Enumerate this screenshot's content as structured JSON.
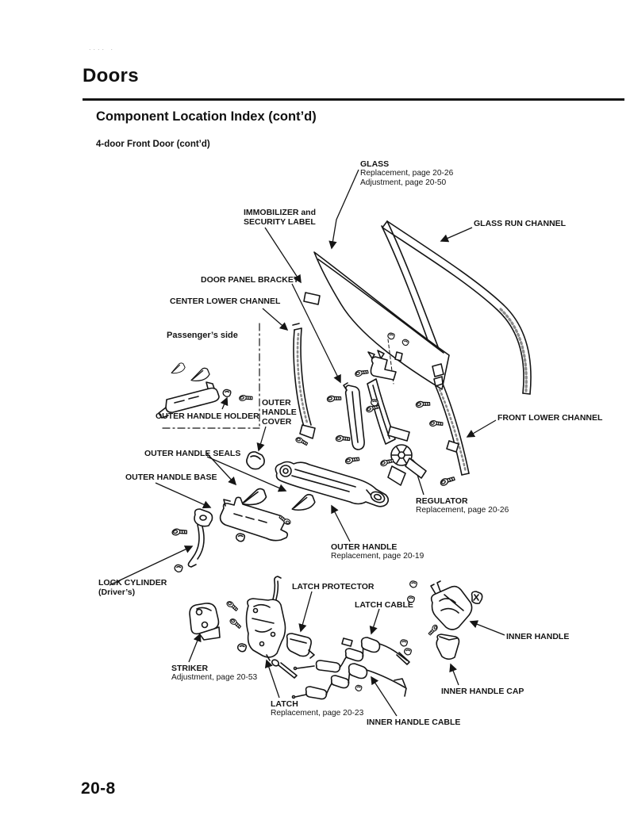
{
  "colors": {
    "ink": "#151515",
    "paper": "#ffffff"
  },
  "page": {
    "title": "Doors",
    "section_title": "Component Location Index (cont’d)",
    "subsection_title": "4-door Front Door (cont’d)",
    "page_number": "20-8"
  },
  "diagram_labels": {
    "glass": {
      "title": "GLASS",
      "line2": "Replacement, page 20-26",
      "line3": "Adjustment, page 20-50"
    },
    "glass_run_channel": {
      "title": "GLASS RUN CHANNEL"
    },
    "immobilizer_security_label": {
      "title": "IMMOBILIZER and",
      "line2": "SECURITY LABEL"
    },
    "door_panel_bracket": {
      "title": "DOOR PANEL BRACKET"
    },
    "center_lower_channel": {
      "title": "CENTER LOWER CHANNEL"
    },
    "passengers_side": {
      "title": "Passenger’s side"
    },
    "outer_handle_holder": {
      "title": "OUTER HANDLE HOLDER"
    },
    "outer_handle_cover": {
      "title": "OUTER",
      "line2": "HANDLE",
      "line3": "COVER"
    },
    "outer_handle_seals": {
      "title": "OUTER HANDLE SEALS"
    },
    "outer_handle_base": {
      "title": "OUTER HANDLE BASE"
    },
    "front_lower_channel": {
      "title": "FRONT LOWER CHANNEL"
    },
    "regulator": {
      "title": "REGULATOR",
      "line2": "Replacement, page 20-26"
    },
    "outer_handle": {
      "title": "OUTER HANDLE",
      "line2": "Replacement, page 20-19"
    },
    "lock_cylinder": {
      "title": "LOCK CYLINDER",
      "line2": "(Driver’s)"
    },
    "latch_protector": {
      "title": "LATCH PROTECTOR"
    },
    "latch_cable": {
      "title": "LATCH CABLE"
    },
    "inner_handle": {
      "title": "INNER HANDLE"
    },
    "inner_handle_cap": {
      "title": "INNER HANDLE CAP"
    },
    "striker": {
      "title": "STRIKER",
      "line2": "Adjustment, page 20-53"
    },
    "latch": {
      "title": "LATCH",
      "line2": "Replacement, page 20-23"
    },
    "inner_handle_cable": {
      "title": "INNER HANDLE CABLE"
    }
  }
}
